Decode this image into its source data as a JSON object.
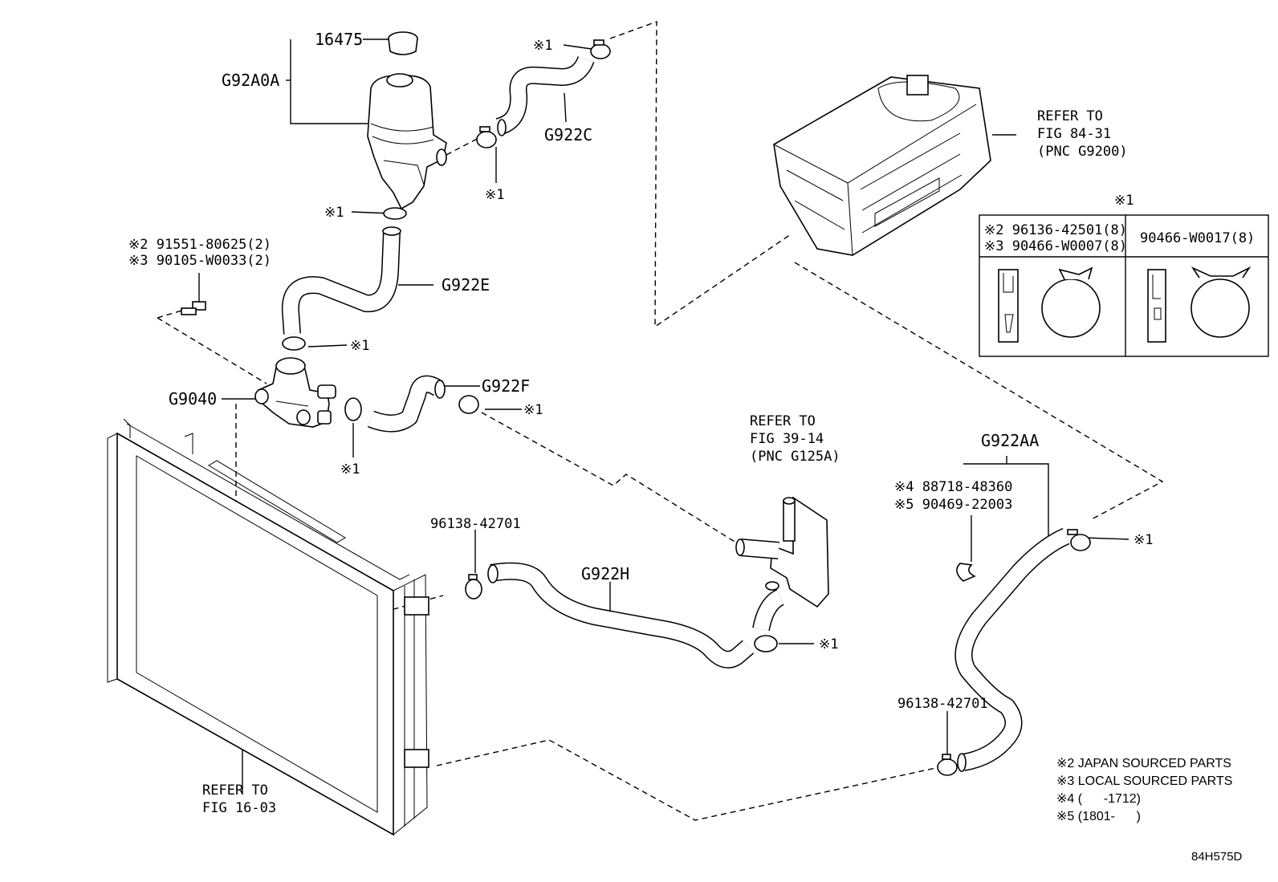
{
  "labels": {
    "p16475": "16475",
    "g92a0a": "G92A0A",
    "g922c": "G922C",
    "g922e": "G922E",
    "g9040": "G9040",
    "g922f": "G922F",
    "g922h": "G922H",
    "g922aa": "G922AA",
    "p96138_a": "96138-42701",
    "p96138_b": "96138-42701"
  },
  "marks": {
    "clamp_top": "※1",
    "clamp_tank_right": "※1",
    "clamp_tank_bottom": "※1",
    "clamp_e_bottom": "※1",
    "clamp_pump_bottom": "※1",
    "clamp_f_right": "※1",
    "clamp_h_right": "※1",
    "clamp_aa_top": "※1",
    "table_title": "※1"
  },
  "bolt_notes": {
    "line1": "※2 91551-80625(2)",
    "line2": "※3 90105-W0033(2)"
  },
  "aa_notes": {
    "line1": "※4 88718-48360",
    "line2": "※5 90469-22003"
  },
  "refs": {
    "inverter": [
      "REFER TO",
      "FIG 84-31",
      "(PNC G9200)"
    ],
    "cooler": [
      "REFER TO",
      "FIG 39-14",
      "(PNC G125A)"
    ],
    "radiator": [
      "REFER TO",
      "FIG 16-03"
    ]
  },
  "clamp_table": {
    "left_line1": "※2 96136-42501(8)",
    "left_line2": "※3 90466-W0007(8)",
    "right": "90466-W0017(8)"
  },
  "legend": [
    "※2 JAPAN SOURCED PARTS",
    "※3 LOCAL SOURCED PARTS",
    "※4 (      -1712)",
    "※5 (1801-      )"
  ],
  "diagram_code": "84H575D"
}
